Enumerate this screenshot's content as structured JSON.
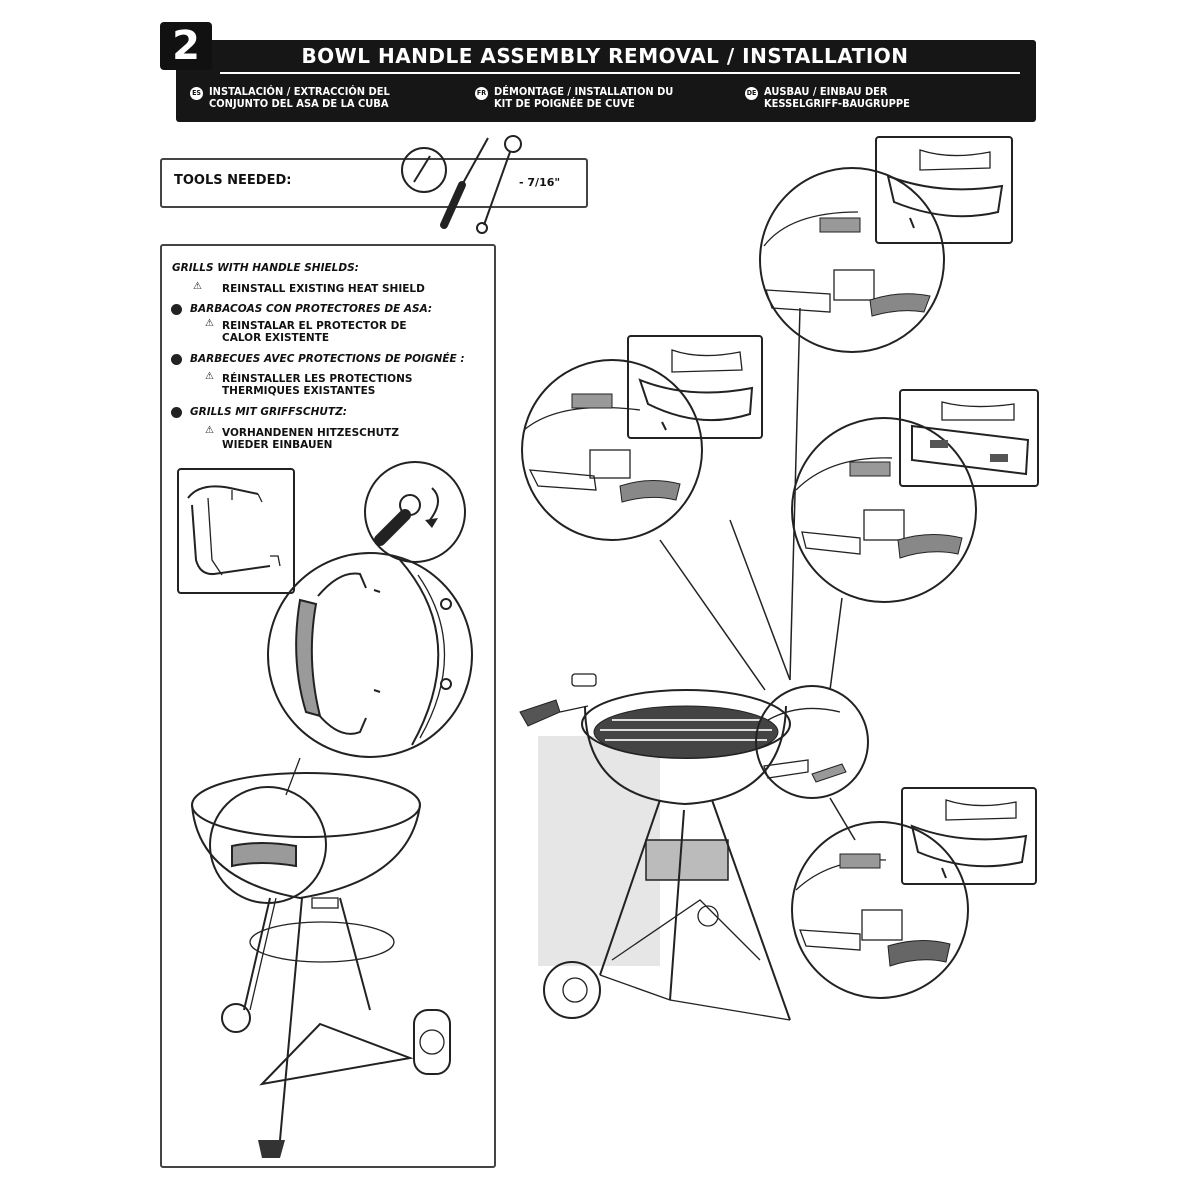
{
  "step": {
    "number": "2"
  },
  "header": {
    "title": "BOWL HANDLE ASSEMBLY REMOVAL / INSTALLATION",
    "languages": [
      {
        "code": "ES",
        "line1": "INSTALACIÓN / EXTRACCIÓN DEL",
        "line2": "CONJUNTO DEL ASA DE LA CUBA"
      },
      {
        "code": "FR",
        "line1": "DÉMONTAGE / INSTALLATION DU",
        "line2": "KIT DE POIGNÉE DE CUVE"
      },
      {
        "code": "DE",
        "line1": "AUSBAU / EINBAU DER",
        "line2": "KESSELGRIFF-BAUGRUPPE"
      }
    ]
  },
  "tools": {
    "label": "TOOLS NEEDED:",
    "size": "- 7/16\""
  },
  "notes": {
    "en_heading": "GRILLS WITH HANDLE SHIELDS:",
    "en_item": "REINSTALL EXISTING HEAT SHIELD",
    "es_heading": "BARBACOAS CON PROTECTORES DE ASA:",
    "es_item_1": "REINSTALAR EL PROTECTOR DE",
    "es_item_2": "CALOR EXISTENTE",
    "fr_heading": "BARBECUES AVEC PROTECTIONS DE POIGNÉE :",
    "fr_item_1": "RÉINSTALLER LES PROTECTIONS",
    "fr_item_2": "THERMIQUES EXISTANTES",
    "de_heading": "GRILLS MIT GRIFFSCHUTZ:",
    "de_item_1": "VORHANDENEN HITZESCHUTZ",
    "de_item_2": "WIEDER EINBAUEN",
    "warning_symbol": "⚠"
  },
  "icons": [
    "screwdriver-icon",
    "wrench-icon",
    "warning-icon",
    "rotate-arrow-icon"
  ],
  "colors": {
    "header_bg": "#161616",
    "line": "#222222",
    "panel_border": "#444444",
    "shade": "#e6e6e6"
  }
}
